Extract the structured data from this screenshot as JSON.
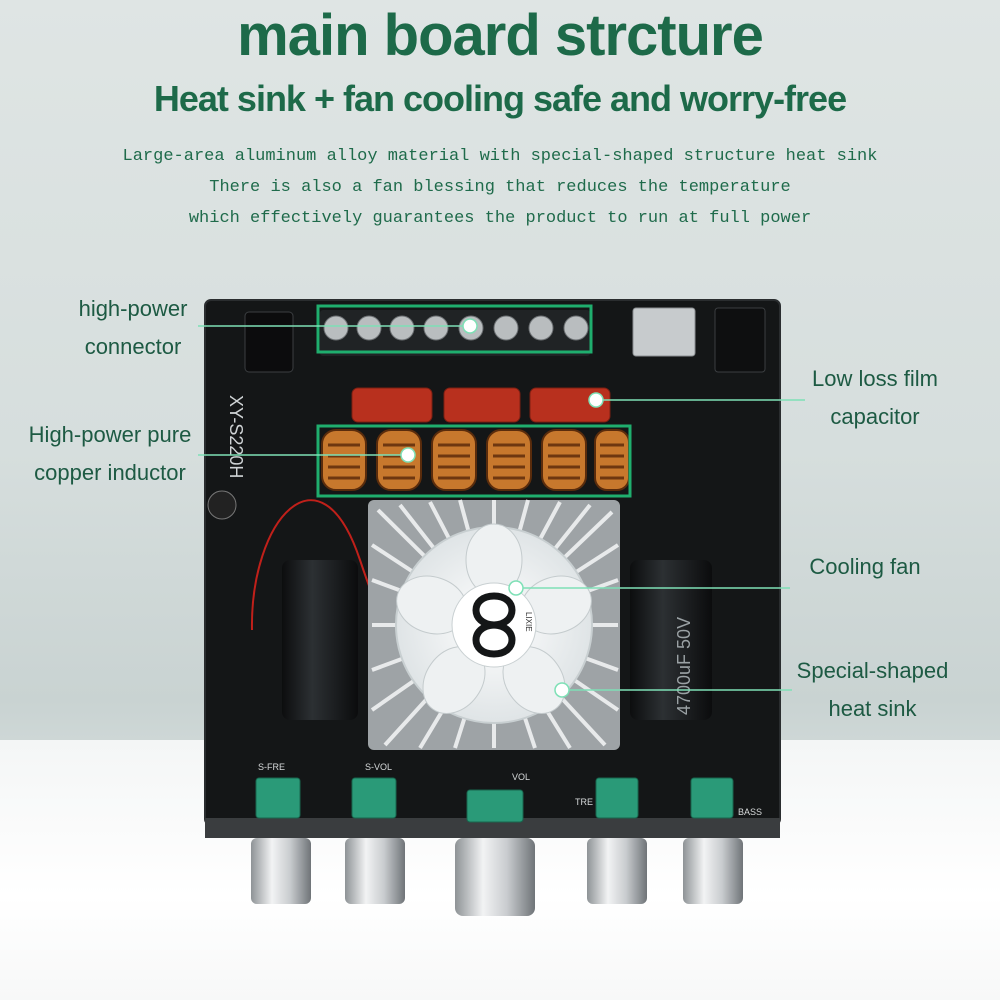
{
  "header": {
    "title": "main board strcture",
    "subtitle": "Heat sink + fan cooling  safe and worry-free",
    "description": [
      "Large-area aluminum alloy material with special-shaped structure heat sink",
      "There is also a fan blessing that reduces the temperature",
      "which effectively guarantees the product to run at full power"
    ]
  },
  "callouts": {
    "connector": [
      "high-power",
      "connector"
    ],
    "inductor": [
      "High-power pure",
      "copper inductor"
    ],
    "capacitor": [
      "Low loss film",
      "capacitor"
    ],
    "fan": [
      "Cooling fan"
    ],
    "heatsink": [
      "Special-shaped",
      "heat sink"
    ]
  },
  "board": {
    "model": "XY-S220H",
    "knob_labels": [
      "S-FRE",
      "S-VOL",
      "VOL",
      "TRE",
      "BASS"
    ],
    "cap_text": "4700uF 50V",
    "fan_brand": "LIXIE"
  },
  "colors": {
    "accent": "#1d6a49",
    "highlight_box": "#1fae6e",
    "pcb": "#141617",
    "film_capacitor": "#b8301e",
    "inductor_copper": "#c7782d",
    "pot_green": "#2a9a78"
  }
}
